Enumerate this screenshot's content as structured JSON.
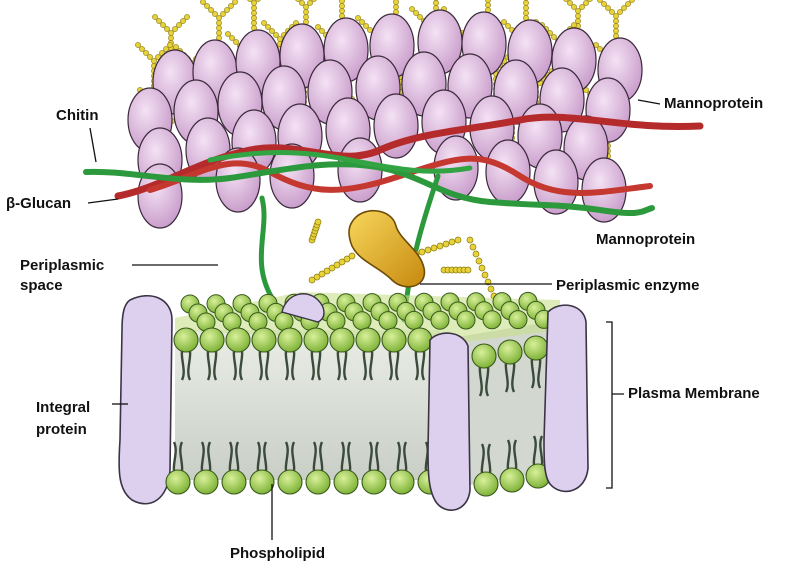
{
  "labels": {
    "chitin": "Chitin",
    "beta_glucan": "β-Glucan",
    "mannoprotein_top": "Mannoprotein",
    "mannoprotein_mid": "Mannoprotein",
    "periplasmic_space_line1": "Periplasmic",
    "periplasmic_space_line2": "space",
    "periplasmic_enzyme": "Periplasmic enzyme",
    "plasma_membrane": "Plasma Membrane",
    "integral_protein_line1": "Integral",
    "integral_protein_line2": "protein",
    "phospholipid": "Phospholipid"
  },
  "colors": {
    "mannoprotein": "#dcb4dc",
    "mannoprotein_outline": "#3a2a3a",
    "glycan_bead": "#e8d23a",
    "chitin": "#2e9e3e",
    "glucan": "#c0302e",
    "enzyme": "#e2b22a",
    "phospholipid_head": "#a8d25a",
    "membrane_core": "#d8ddd4",
    "integral_protein": "#ddd0ee"
  }
}
